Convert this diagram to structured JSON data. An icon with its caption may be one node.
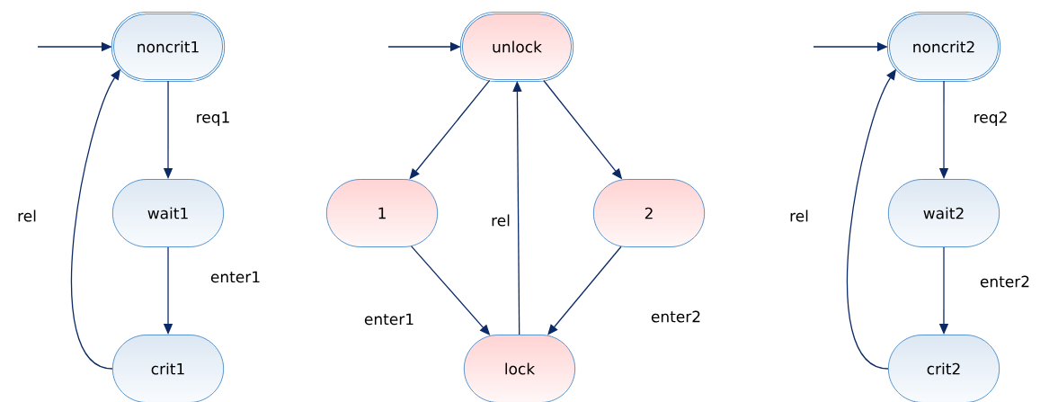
{
  "diagram": {
    "nodes": [
      {
        "text": [
          "noncrit1"
        ]
      },
      {
        "text": [
          "wait1"
        ]
      },
      {
        "text": [
          "crit1"
        ]
      },
      {
        "text": [
          "unlock"
        ]
      },
      {
        "text": [
          "1"
        ]
      },
      {
        "text": [
          "2"
        ]
      },
      {
        "text": [
          "lock"
        ]
      },
      {
        "text": [
          "noncrit2"
        ]
      },
      {
        "text": [
          "wait2"
        ]
      },
      {
        "text": [
          "crit2"
        ]
      }
    ],
    "edges": [
      {
        "from": null,
        "to": 0,
        "arrow": "to"
      },
      {
        "from": 0,
        "to": 1,
        "arrow": "to",
        "label": "req1"
      },
      {
        "from": 1,
        "to": 2,
        "arrow": "to",
        "label": "enter1"
      },
      {
        "from": 2,
        "to": 0,
        "arrow": "to",
        "label": "rel"
      },
      {
        "from": null,
        "to": 3,
        "arrow": "to"
      },
      {
        "from": 3,
        "to": 4,
        "arrow": "to"
      },
      {
        "from": 3,
        "to": 5,
        "arrow": "to"
      },
      {
        "from": 4,
        "to": 6,
        "arrow": "to",
        "label": "enter1"
      },
      {
        "from": 5,
        "to": 6,
        "arrow": "to",
        "label": "enter2"
      },
      {
        "from": 6,
        "to": 3,
        "arrow": "to",
        "label": "rel"
      },
      {
        "from": null,
        "to": 7,
        "arrow": "to"
      },
      {
        "from": 7,
        "to": 8,
        "arrow": "to",
        "label": "req2"
      },
      {
        "from": 8,
        "to": 9,
        "arrow": "to",
        "label": "enter2"
      },
      {
        "from": 9,
        "to": 7,
        "arrow": "to",
        "label": "rel"
      }
    ]
  }
}
